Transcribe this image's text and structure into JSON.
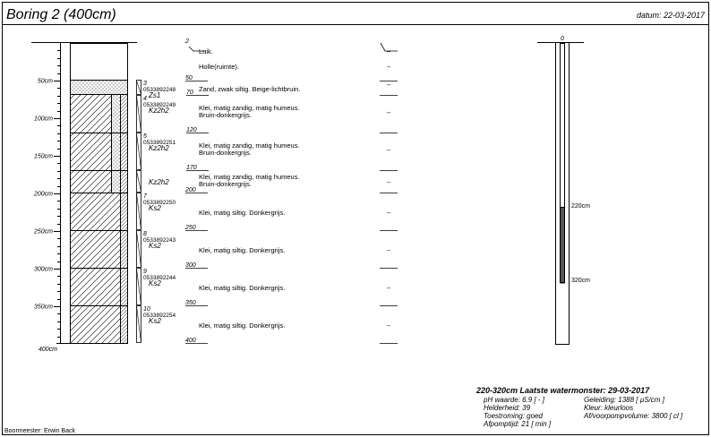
{
  "header": {
    "title": "Boring 2 (400cm)",
    "date_label": "datum: 22-03-2017"
  },
  "depth_axis": {
    "ticks": [
      "50cm",
      "100cm",
      "150cm",
      "200cm",
      "250cm",
      "300cm",
      "350cm"
    ],
    "bottom_label": "400cm"
  },
  "depth_marks": [
    "2",
    "50",
    "70",
    "120",
    "170",
    "200",
    "250",
    "300",
    "350",
    "400"
  ],
  "samples": [
    {
      "num": "3",
      "id": "0533892248",
      "code": "Zs1"
    },
    {
      "num": "4",
      "id": "0533892249",
      "code": "Kz2h2"
    },
    {
      "num": "5",
      "id": "0533892251",
      "code": "Kz2h2"
    },
    {
      "num": "",
      "id": "",
      "code": "Kz2h2"
    },
    {
      "num": "7",
      "id": "0533892250",
      "code": "Ks2"
    },
    {
      "num": "8",
      "id": "0533892243",
      "code": "Ks2"
    },
    {
      "num": "9",
      "id": "0533892244",
      "code": "Ks2"
    },
    {
      "num": "10",
      "id": "0533892254",
      "code": "Ks2"
    }
  ],
  "layers": [
    {
      "desc": [
        "Luik."
      ],
      "note": "--"
    },
    {
      "desc": [
        "Holle(ruimte)."
      ],
      "note": "--"
    },
    {
      "desc": [
        "Zand, zwak siltig. Beige-lichtbruin."
      ],
      "note": "--"
    },
    {
      "desc": [
        "Klei, matig zandig, matig humeus.",
        "Bruin-donkergrijs."
      ],
      "note": "--"
    },
    {
      "desc": [
        "Klei, matig zandig, matig humeus.",
        "Bruin-donkergrijs."
      ],
      "note": "--"
    },
    {
      "desc": [
        "Klei, matig zandig, matig humeus.",
        "Bruin-donkergrijs."
      ],
      "note": "--"
    },
    {
      "desc": [
        "Klei, matig siltig. Donkergrijs."
      ],
      "note": "--"
    },
    {
      "desc": [
        "Klei, matig siltig. Donkergrijs."
      ],
      "note": "--"
    },
    {
      "desc": [
        "Klei, matig siltig. Donkergrijs."
      ],
      "note": "--"
    },
    {
      "desc": [
        "Klei, matig siltig. Donkergrijs."
      ],
      "note": "--"
    }
  ],
  "well": {
    "top_label": "0",
    "filter_top": "220cm",
    "filter_bottom": "320cm"
  },
  "water_sample": {
    "title": "220-320cm Laatste watermonster: 29-03-2017",
    "left": [
      "pH waarde: 6.9 [ - ]",
      "Helderheid: 39",
      "Toestroming: goed",
      "Afpomptijd: 21 [ min ]"
    ],
    "right": [
      "Geleiding: 1388 [ µS/cm ]",
      "Kleur: kleurloos",
      "Af/voorpompvolume: 3800 [ cl ]"
    ]
  },
  "footer": {
    "driller": "Boormeester: Erwin Back"
  }
}
